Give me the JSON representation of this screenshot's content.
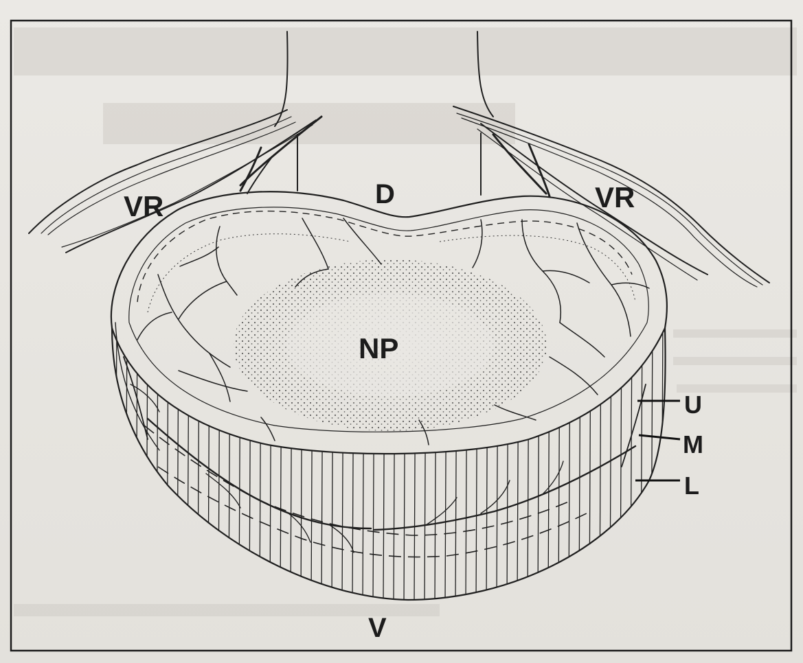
{
  "figure": {
    "labels": {
      "vr_left": "VR",
      "vr_right": "VR",
      "d": "D",
      "np": "NP",
      "u": "U",
      "m": "M",
      "l": "L",
      "v": "V"
    }
  }
}
